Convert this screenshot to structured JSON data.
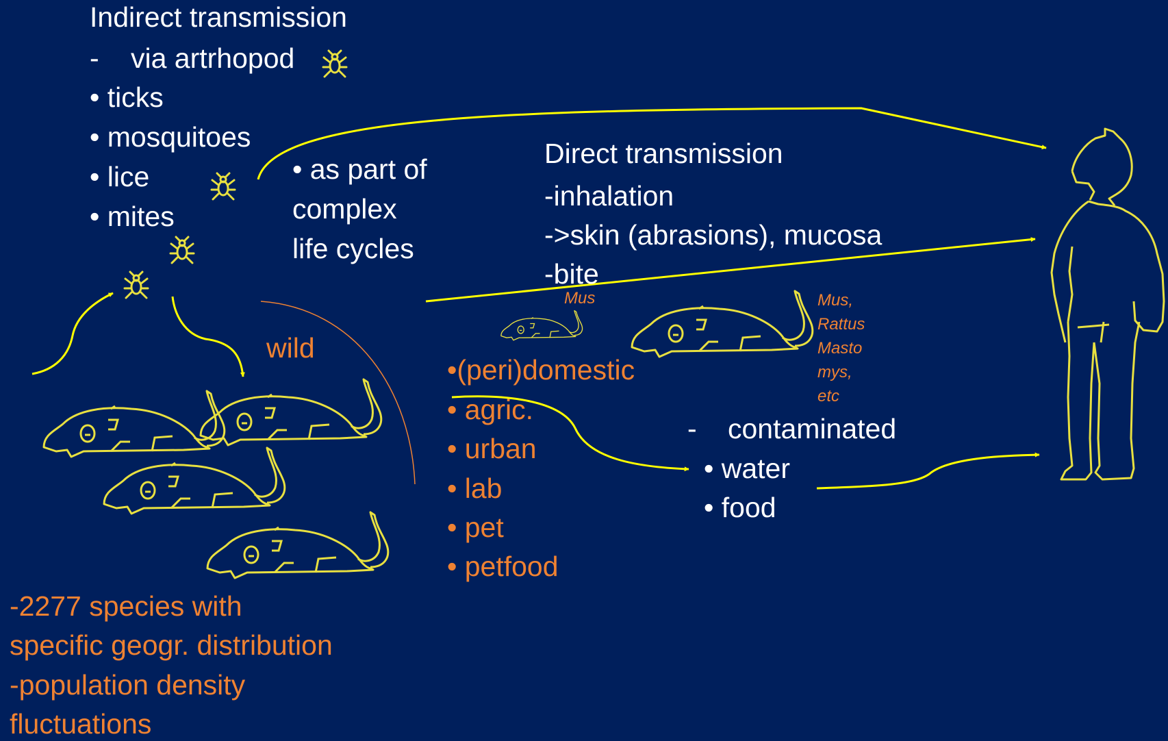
{
  "indirect": {
    "title": "Indirect transmission",
    "via_prefix": "-",
    "via_label": "via artrhopod",
    "vectors": [
      "• ticks",
      "• mosquitoes",
      "• lice",
      "• mites"
    ],
    "lifecycle": [
      "• as part of",
      "complex",
      "life cycles"
    ]
  },
  "direct": {
    "title": "Direct transmission",
    "routes": [
      "-inhalation",
      "->skin (abrasions), mucosa",
      "-bite"
    ]
  },
  "wild": {
    "label": "wild",
    "notes": [
      "-2277 species with",
      "specific geogr. distribution",
      "-population density",
      "fluctuations"
    ]
  },
  "domestic": {
    "items": [
      "•(peri)domestic",
      "• agric.",
      "• urban",
      "• lab",
      "• pet",
      "• petfood"
    ],
    "small_rat_label": "Mus",
    "genera": [
      "Mus,",
      "Rattus",
      "Masto",
      "mys,",
      "etc"
    ]
  },
  "contaminated": {
    "prefix": "-",
    "label": "contaminated",
    "items": [
      "• water",
      "• food"
    ]
  },
  "colors": {
    "background": "#001f5c",
    "text": "#ffffff",
    "accent": "#ef8232",
    "lines": "#ffff00",
    "drawings": "#e8e040"
  },
  "icons": [
    "bug-icon",
    "rat-icon",
    "human-figure"
  ]
}
